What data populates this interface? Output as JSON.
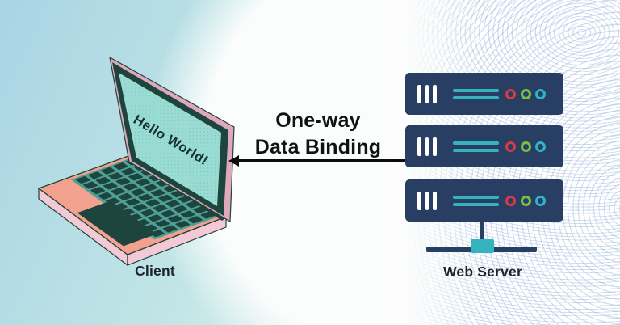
{
  "diagram": {
    "title_line1": "One-way",
    "title_line2": "Data Binding",
    "client": {
      "screen_text": "Hello World!",
      "label": "Client"
    },
    "web_server": {
      "label": "Web Server"
    }
  },
  "icons": {
    "arrow": "left-arrow-icon",
    "server_vents": "vent-bars-icon",
    "server_lines": "data-lines-icon",
    "server_leds": [
      "led-red-icon",
      "led-green-icon",
      "led-cyan-icon"
    ],
    "network": "network-hub-icon"
  },
  "colors": {
    "bg-top": "#a9d4e4",
    "bg-mid": "#c2e6e6",
    "bg-low": "#e9f6f2",
    "blob": "#fbfdfc",
    "wave-line": "#9db8dc",
    "navy": "#293e63",
    "accent-teal": "#35b4c0",
    "led-red": "#d23b4a",
    "led-green": "#79c043",
    "led-cyan": "#2cb5c8",
    "salmon": "#f2a28e",
    "base-dot": "#e08d76",
    "pink-rim": "#dfa9bd",
    "pink-side": "#f2c9d4",
    "dark-teal": "#1d453e",
    "outline": "#21403a",
    "screen-teal": "#9adcd3",
    "screen-dot": "#5fb1a6",
    "screen-ink": "#14332e",
    "key-gap": "#4f9f96",
    "ink": "#101316",
    "label-ink": "#1b2530"
  }
}
